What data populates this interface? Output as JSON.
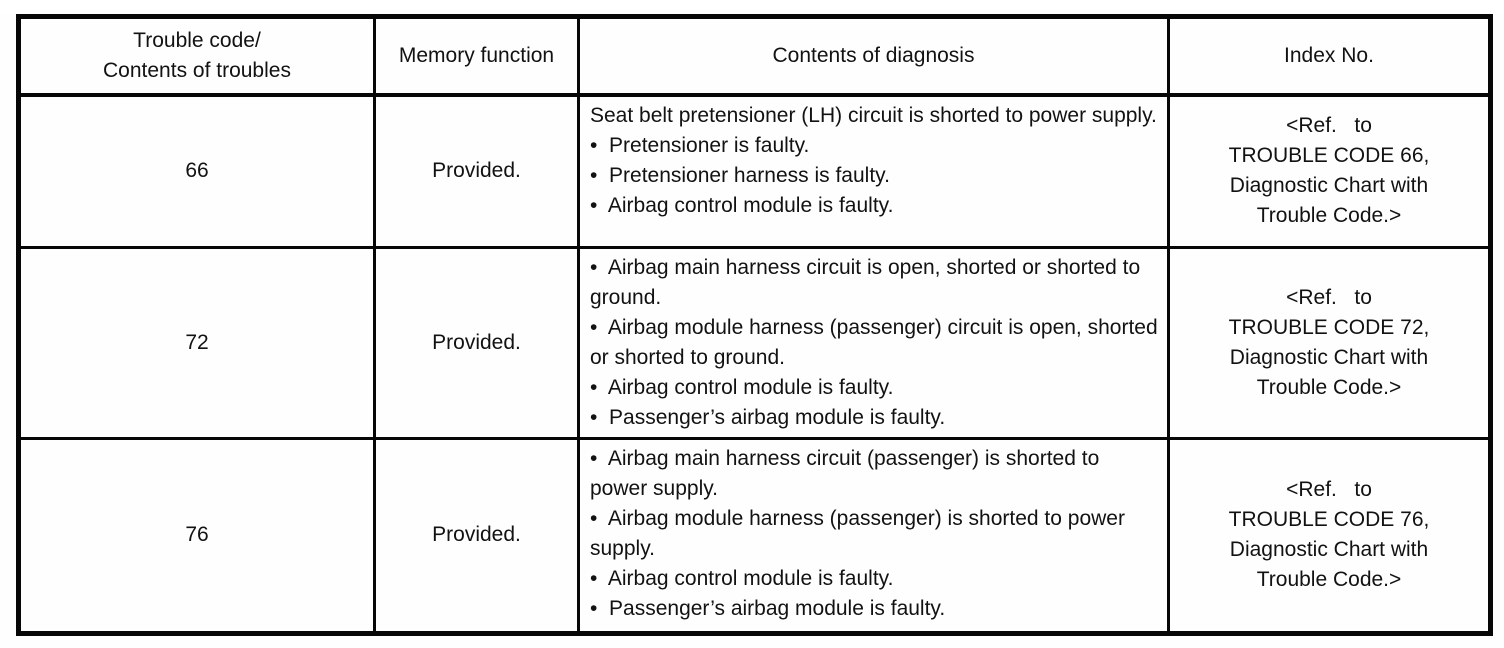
{
  "table": {
    "headers": {
      "trouble_code": [
        "Trouble code/",
        "Contents of troubles"
      ],
      "memory_function": "Memory function",
      "contents_of_diagnosis": "Contents of diagnosis",
      "index_no": "Index No."
    },
    "rows": [
      {
        "code": "66",
        "memory": "Provided.",
        "diagnosis": [
          "Seat belt pretensioner (LH) circuit is shorted to power supply.",
          "•  Pretensioner is faulty.",
          "•  Pretensioner harness is faulty.",
          "•  Airbag control module is faulty."
        ],
        "index": [
          "<Ref.   to",
          "TROUBLE CODE 66,",
          "Diagnostic Chart with",
          "Trouble Code.>"
        ]
      },
      {
        "code": "72",
        "memory": "Provided.",
        "diagnosis": [
          "•  Airbag main harness circuit is open, shorted or shorted to ground.",
          "•  Airbag module harness (passenger) circuit is open, shorted or shorted to ground.",
          "•  Airbag control module is faulty.",
          "•  Passenger’s airbag module is faulty."
        ],
        "index": [
          "<Ref.   to",
          "TROUBLE CODE 72,",
          "Diagnostic Chart with",
          "Trouble Code.>"
        ]
      },
      {
        "code": "76",
        "memory": "Provided.",
        "diagnosis": [
          "•  Airbag main harness circuit (passenger) is shorted to power supply.",
          "•  Airbag module harness (passenger) is shorted to power supply.",
          "•  Airbag control module is faulty.",
          "•  Passenger’s airbag module is faulty."
        ],
        "index": [
          "<Ref.   to",
          "TROUBLE CODE 76,",
          "Diagnostic Chart with",
          "Trouble Code.>"
        ]
      }
    ]
  }
}
